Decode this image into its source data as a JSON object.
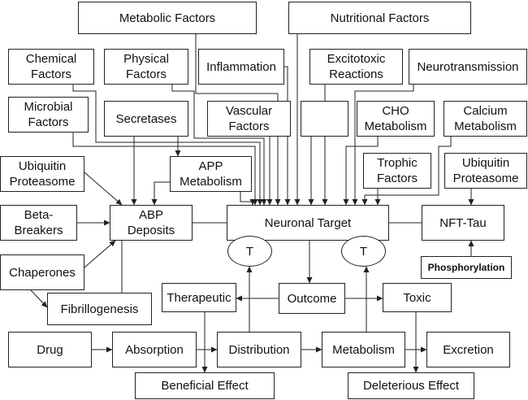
{
  "diagram": {
    "nodes": {
      "metabolic_factors": "Metabolic Factors",
      "nutritional_factors": "Nutritional Factors",
      "chemical_factors": "Chemical\nFactors",
      "physical_factors": "Physical\nFactors",
      "inflammation": "Inflammation",
      "excitotoxic_reactions": "Excitotoxic\nReactions",
      "neurotransmission": "Neurotransmission",
      "microbial_factors": "Microbial\nFactors",
      "secretases": "Secretases",
      "vascular_factors": "Vascular\nFactors",
      "blank": "",
      "cho_metabolism": "CHO\nMetabolism",
      "calcium_metabolism": "Calcium\nMetabolism",
      "ubiquitin_proteasome_left": "Ubiquitin\nProteasome",
      "app_metabolism": "APP\nMetabolism",
      "trophic_factors": "Trophic\nFactors",
      "ubiquitin_proteasome_right": "Ubiquitin\nProteasome",
      "beta_breakers": "Beta-\nBreakers",
      "abp_deposits": "ABP\nDeposits",
      "neuronal_target": "Neuronal Target",
      "nft_tau": "NFT-Tau",
      "t_left": "T",
      "t_right": "T",
      "chaperones": "Chaperones",
      "phosphorylation": "Phosphorylation",
      "therapeutic": "Therapeutic",
      "outcome": "Outcome",
      "toxic": "Toxic",
      "fibrillogenesis": "Fibrillogenesis",
      "drug": "Drug",
      "absorption": "Absorption",
      "distribution": "Distribution",
      "metabolism": "Metabolism",
      "excretion": "Excretion",
      "beneficial_effect": "Beneficial Effect",
      "deleterious_effect": "Deleterious Effect"
    }
  }
}
